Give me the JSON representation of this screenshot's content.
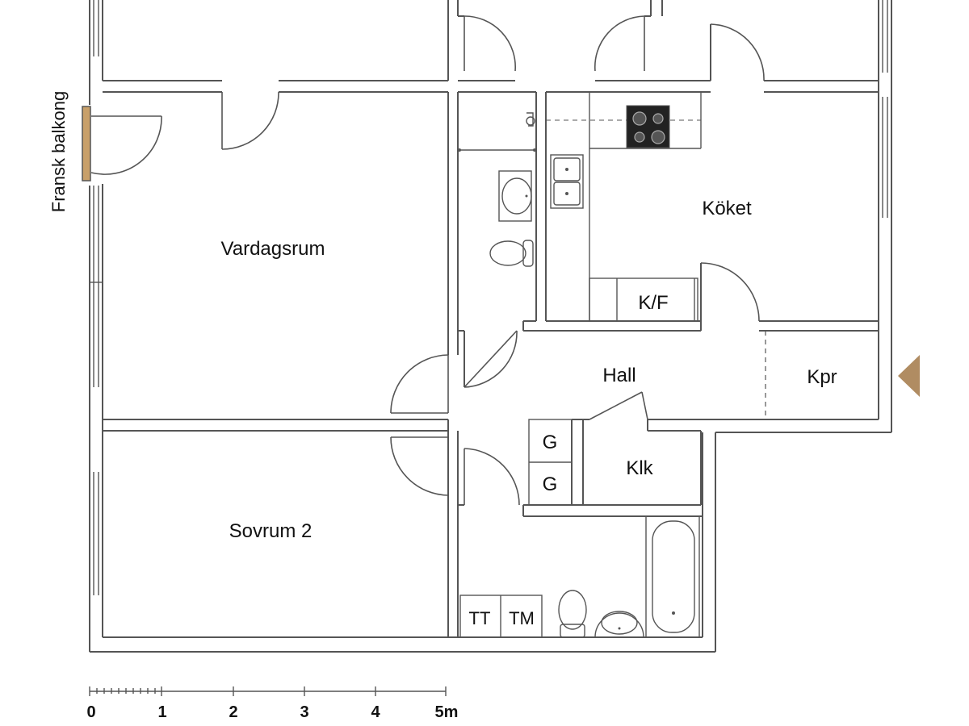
{
  "rooms": {
    "vardagsrum": "Vardagsrum",
    "sovrum2": "Sovrum 2",
    "koket": "Köket",
    "kf": "K/F",
    "hall": "Hall",
    "kpr": "Kpr",
    "klk": "Klk",
    "g1": "G",
    "g2": "G",
    "tt": "TT",
    "tm": "TM"
  },
  "balcony_label": "Fransk balkong",
  "scale": {
    "ticks": [
      "0",
      "1",
      "2",
      "3",
      "4",
      "5m"
    ]
  },
  "colors": {
    "wall": "#555555",
    "fill_grey": "#e8e8e8",
    "wood": "#c8a06a",
    "entrance": "#b08c62",
    "stove": "#222222"
  }
}
